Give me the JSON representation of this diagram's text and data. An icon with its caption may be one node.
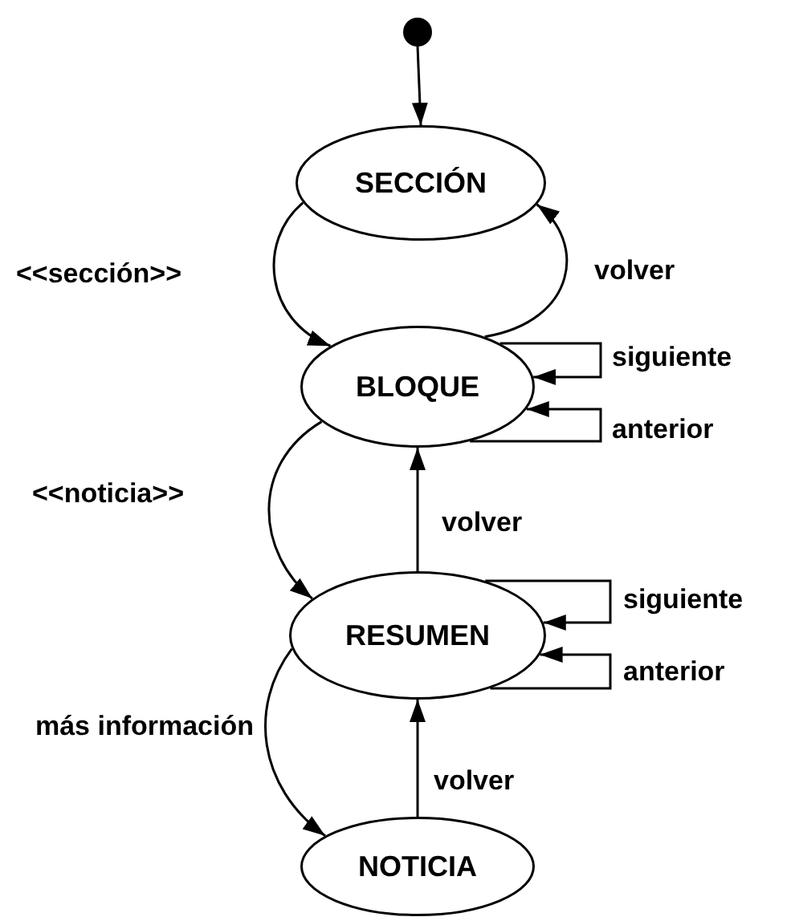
{
  "diagram": {
    "nodes": [
      {
        "text": [],
        "shape": "circle"
      },
      {
        "text": [
          "SECCIÓN"
        ]
      },
      {
        "text": [
          "BLOQUE"
        ]
      },
      {
        "text": [
          "RESUMEN"
        ]
      },
      {
        "text": [
          "NOTICIA"
        ]
      }
    ],
    "edges": [
      {
        "from": 0,
        "to": 1,
        "arrow": "to"
      },
      {
        "from": 1,
        "to": 2,
        "arrow": "to",
        "label": "<<sección>>"
      },
      {
        "from": 2,
        "to": 1,
        "arrow": "to",
        "label": "volver"
      },
      {
        "from": 2,
        "to": 2,
        "arrow": "to",
        "label": "siguiente"
      },
      {
        "from": 2,
        "to": 2,
        "arrow": "to",
        "label": "anterior"
      },
      {
        "from": 2,
        "to": 3,
        "arrow": "to",
        "label": "<<noticia>>"
      },
      {
        "from": 3,
        "to": 2,
        "arrow": "to",
        "label": "volver"
      },
      {
        "from": 3,
        "to": 3,
        "arrow": "to",
        "label": "siguiente"
      },
      {
        "from": 3,
        "to": 3,
        "arrow": "to",
        "label": "anterior"
      },
      {
        "from": 3,
        "to": 4,
        "arrow": "to",
        "label": "más información"
      },
      {
        "from": 4,
        "to": 3,
        "arrow": "to",
        "label": "volver"
      }
    ]
  }
}
